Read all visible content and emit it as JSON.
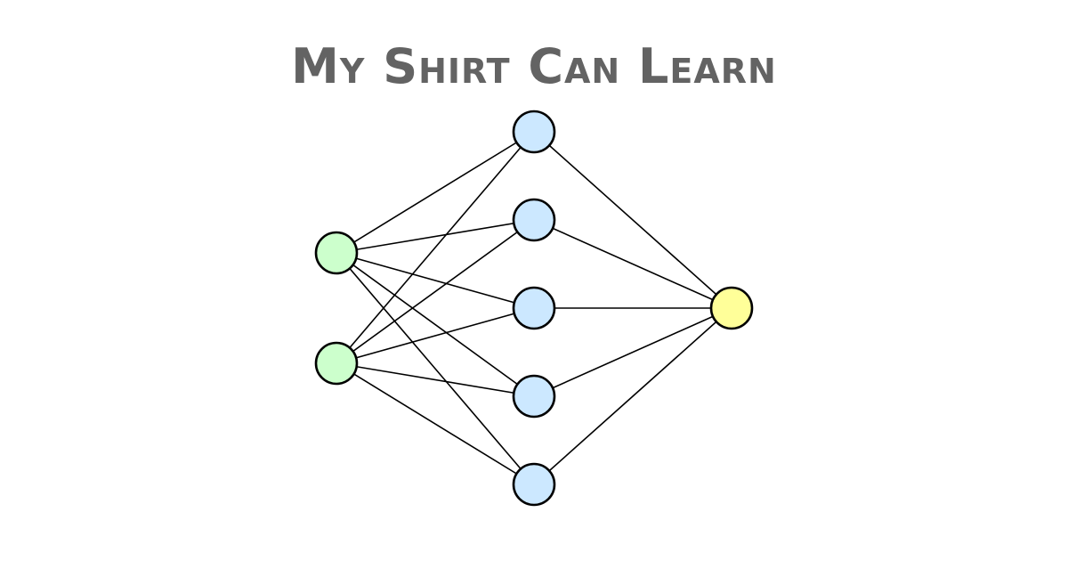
{
  "title": "My Shirt Can Learn",
  "network": {
    "layers": [
      {
        "name": "input",
        "count": 2,
        "fill": "#ccffcc"
      },
      {
        "name": "hidden",
        "count": 5,
        "fill": "#cce8ff"
      },
      {
        "name": "output",
        "count": 1,
        "fill": "#ffff99"
      }
    ],
    "edge_color": "#000000",
    "node_stroke": "#000000",
    "connections": "fully-connected"
  },
  "colors": {
    "title": "#636363",
    "background": "#ffffff"
  }
}
